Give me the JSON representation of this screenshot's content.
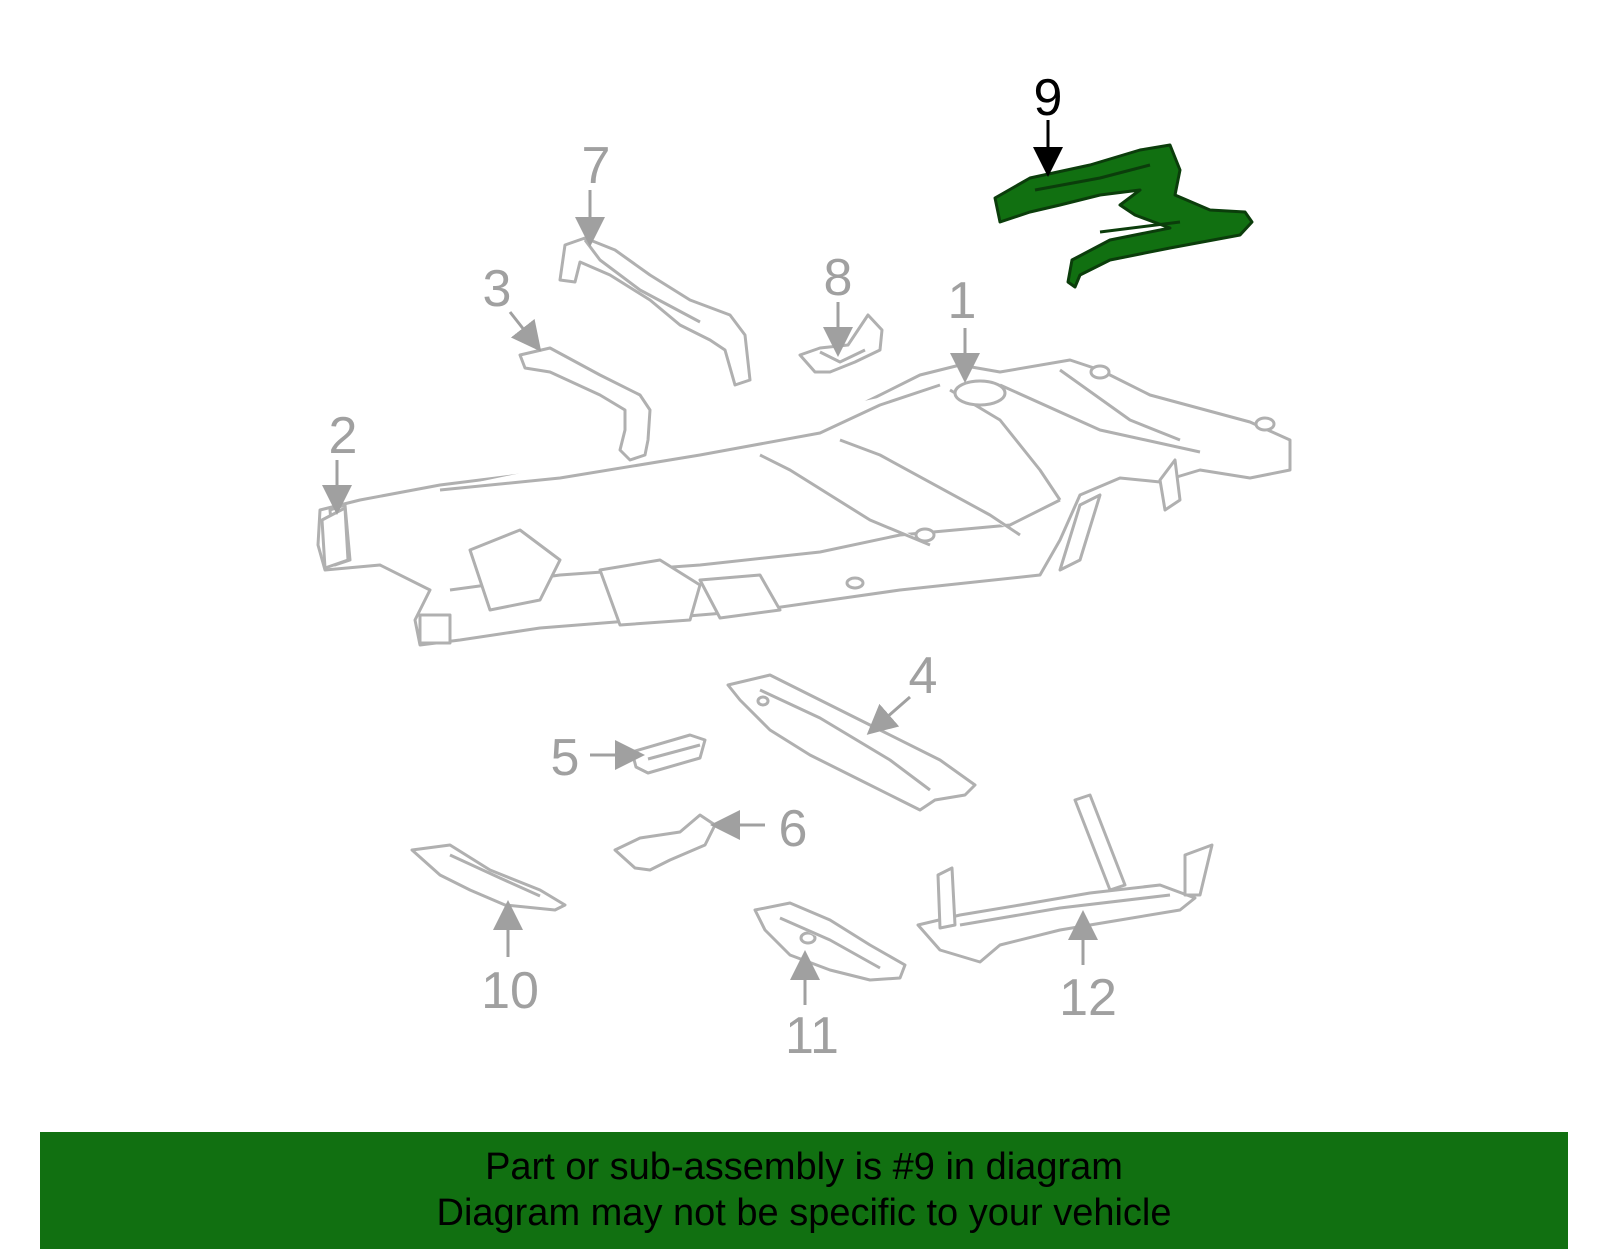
{
  "diagram": {
    "colors": {
      "line_gray": "#b0b0b0",
      "highlight_green": "#117011",
      "highlight_text": "#000000",
      "banner_green": "#117011"
    },
    "parts": [
      {
        "number": "1"
      },
      {
        "number": "2"
      },
      {
        "number": "3"
      },
      {
        "number": "4"
      },
      {
        "number": "5"
      },
      {
        "number": "6"
      },
      {
        "number": "7"
      },
      {
        "number": "8"
      },
      {
        "number": "9",
        "highlighted": true
      },
      {
        "number": "10"
      },
      {
        "number": "11"
      },
      {
        "number": "12"
      }
    ]
  },
  "banner": {
    "line1": "Part or sub-assembly is #9 in diagram",
    "line2": "Diagram may not be specific to your vehicle"
  }
}
